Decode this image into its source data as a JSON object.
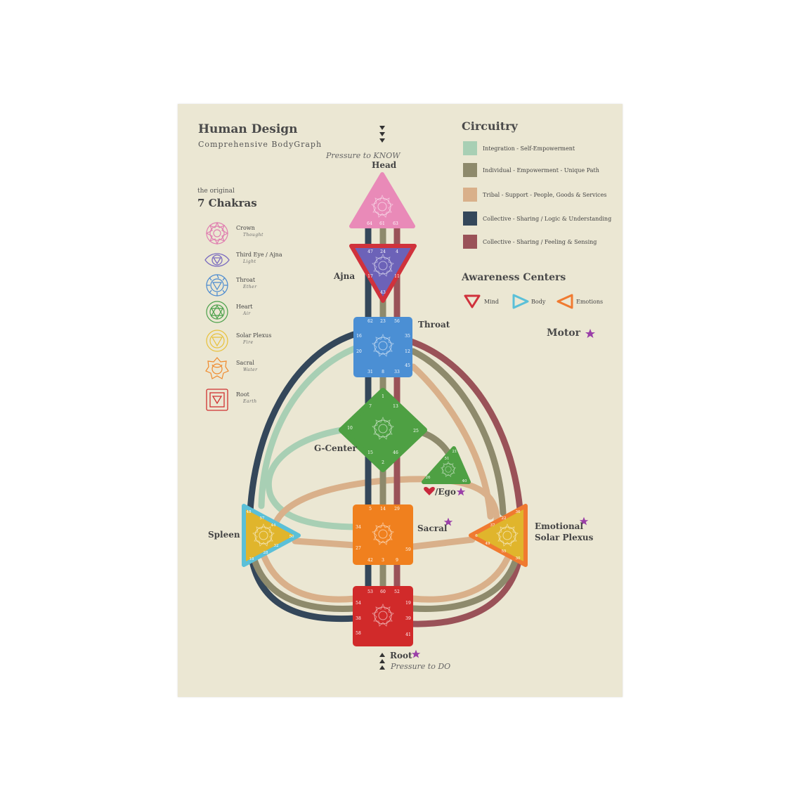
{
  "header": {
    "title": "Human Design",
    "subtitle": "Comprehensive BodyGraph"
  },
  "chakras": {
    "intro": "the original",
    "heading": "7 Chakras",
    "items": [
      {
        "name": "Crown",
        "element": "Thought",
        "color": "#e07fb0",
        "icon": "crown-chakra-icon"
      },
      {
        "name": "Third Eye / Ajna",
        "element": "Light",
        "color": "#7b6cc0",
        "icon": "third-eye-chakra-icon"
      },
      {
        "name": "Throat",
        "element": "Ether",
        "color": "#4a8ad0",
        "icon": "throat-chakra-icon"
      },
      {
        "name": "Heart",
        "element": "Air",
        "color": "#4aa04a",
        "icon": "heart-chakra-icon"
      },
      {
        "name": "Solar Plexus",
        "element": "Fire",
        "color": "#e8c13a",
        "icon": "solar-plexus-chakra-icon"
      },
      {
        "name": "Sacral",
        "element": "Water",
        "color": "#f08a2c",
        "icon": "sacral-chakra-icon"
      },
      {
        "name": "Root",
        "element": "Earth",
        "color": "#d03030",
        "icon": "root-chakra-icon"
      }
    ]
  },
  "circuitry": {
    "heading": "Circuitry",
    "items": [
      {
        "label": "Integration - Self-Empowerment",
        "color": "#a8cfb4"
      },
      {
        "label": "Individual - Empowerment - Unique Path",
        "color": "#8e8a6c"
      },
      {
        "label": "Tribal - Support - People, Goods & Services",
        "color": "#d9b08a"
      },
      {
        "label": "Collective - Sharing / Logic & Understanding",
        "color": "#34475a"
      },
      {
        "label": "Collective - Sharing / Feeling & Sensing",
        "color": "#9a5258"
      }
    ]
  },
  "awareness": {
    "heading": "Awareness Centers",
    "items": [
      {
        "label": "Mind",
        "color": "#d0323c"
      },
      {
        "label": "Body",
        "color": "#5bc0d8"
      },
      {
        "label": "Emotions",
        "color": "#f07a30"
      }
    ]
  },
  "motor": {
    "label": "Motor",
    "star_color": "#9a3fa8"
  },
  "pressure": {
    "top": "Pressure to KNOW",
    "bottom": "Pressure to DO"
  },
  "centers": {
    "head": {
      "label": "Head",
      "gates": [
        "64",
        "61",
        "63"
      ],
      "color": "#e98ab8"
    },
    "ajna": {
      "label": "Ajna",
      "gates": [
        "47",
        "24",
        "4",
        "17",
        "11",
        "43"
      ],
      "color": "#6c62b8",
      "border": "#d0323c"
    },
    "throat": {
      "label": "Throat",
      "gates": [
        "62",
        "23",
        "56",
        "16",
        "35",
        "20",
        "12",
        "45",
        "31",
        "8",
        "33"
      ],
      "color": "#4b8fd4"
    },
    "g": {
      "label": "G-Center",
      "gates": [
        "1",
        "7",
        "13",
        "10",
        "25",
        "15",
        "46",
        "2"
      ],
      "color": "#4ea043"
    },
    "ego": {
      "label": "/Ego",
      "gates": [
        "21",
        "51",
        "26",
        "40"
      ],
      "color": "#4ea043",
      "heart_color": "#c8283c"
    },
    "spleen": {
      "label": "Spleen",
      "gates": [
        "48",
        "57",
        "44",
        "50",
        "32",
        "28",
        "18"
      ],
      "color": "#e0b52c",
      "border": "#5bc0d8"
    },
    "sacral": {
      "label": "Sacral",
      "gates": [
        "5",
        "14",
        "29",
        "34",
        "27",
        "59",
        "42",
        "3",
        "9"
      ],
      "color": "#f0801e"
    },
    "solar": {
      "label": "Emotional",
      "label2": "Solar Plexus",
      "gates": [
        "36",
        "22",
        "37",
        "6",
        "49",
        "55",
        "30"
      ],
      "color": "#e0b52c",
      "border": "#f07a30"
    },
    "root": {
      "label": "Root",
      "gates": [
        "53",
        "60",
        "52",
        "54",
        "19",
        "38",
        "39",
        "58",
        "41"
      ],
      "color": "#d12a2a"
    }
  }
}
